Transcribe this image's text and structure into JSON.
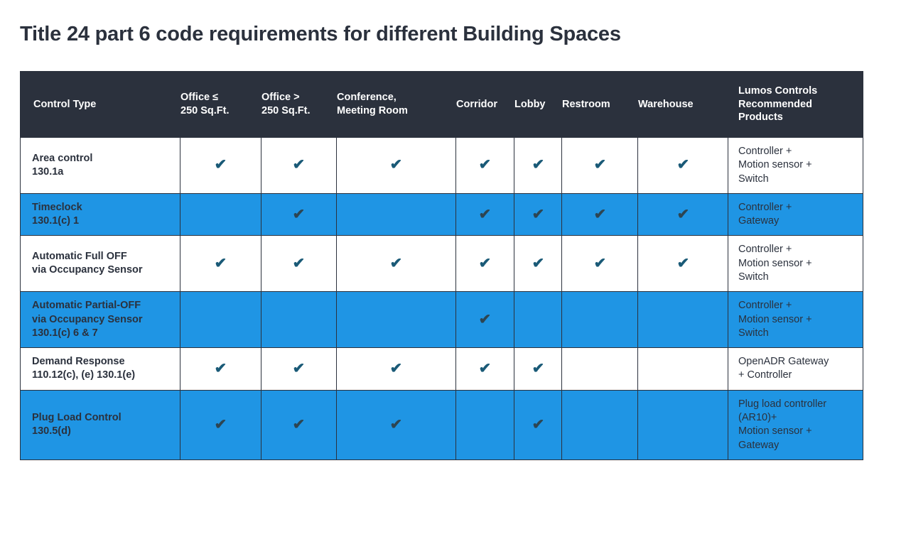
{
  "page": {
    "title": "Title 24 part 6 code requirements for different Building Spaces"
  },
  "colors": {
    "header_bg": "#2b313d",
    "row_highlight": "#1f95e4",
    "row_plain": "#ffffff",
    "check_color": "#1a5a77",
    "text_dark": "#2b313d"
  },
  "table": {
    "columns": [
      {
        "key": "control_type",
        "label": "Control Type"
      },
      {
        "key": "office_le_250",
        "label_lines": [
          "Office ≤",
          "250 Sq.Ft."
        ]
      },
      {
        "key": "office_gt_250",
        "label_lines": [
          "Office >",
          "250 Sq.Ft."
        ]
      },
      {
        "key": "conference",
        "label_lines": [
          "Conference,",
          "Meeting Room"
        ]
      },
      {
        "key": "corridor",
        "label": "Corridor"
      },
      {
        "key": "lobby",
        "label": "Lobby"
      },
      {
        "key": "restroom",
        "label": "Restroom"
      },
      {
        "key": "warehouse",
        "label": "Warehouse"
      },
      {
        "key": "products",
        "label_lines": [
          "Lumos Controls",
          "Recommended",
          "Products"
        ]
      }
    ],
    "check_glyph": "✔",
    "rows": [
      {
        "style": "white",
        "control_lines": [
          "Area control",
          "130.1a"
        ],
        "checks": [
          true,
          true,
          true,
          true,
          true,
          true,
          true
        ],
        "products_lines": [
          "Controller +",
          "Motion sensor +",
          "Switch"
        ]
      },
      {
        "style": "blue",
        "control_lines": [
          "Timeclock",
          "130.1(c) 1"
        ],
        "checks": [
          false,
          true,
          false,
          true,
          true,
          true,
          true
        ],
        "products_lines": [
          "Controller +",
          "Gateway"
        ]
      },
      {
        "style": "white",
        "control_lines": [
          "Automatic Full OFF",
          "via Occupancy Sensor"
        ],
        "checks": [
          true,
          true,
          true,
          true,
          true,
          true,
          true
        ],
        "products_lines": [
          "Controller +",
          "Motion sensor +",
          "Switch"
        ]
      },
      {
        "style": "blue",
        "control_lines": [
          "Automatic Partial-OFF",
          "via Occupancy Sensor",
          "130.1(c) 6 & 7"
        ],
        "checks": [
          false,
          false,
          false,
          true,
          false,
          false,
          false
        ],
        "products_lines": [
          "Controller +",
          "Motion sensor +",
          "Switch"
        ]
      },
      {
        "style": "white",
        "control_lines": [
          "Demand Response",
          "110.12(c), (e) 130.1(e)"
        ],
        "checks": [
          true,
          true,
          true,
          true,
          true,
          false,
          false
        ],
        "products_lines": [
          "OpenADR Gateway",
          "+  Controller"
        ]
      },
      {
        "style": "blue",
        "control_lines": [
          "Plug Load Control",
          "130.5(d)"
        ],
        "checks": [
          true,
          true,
          true,
          false,
          true,
          false,
          false
        ],
        "products_lines": [
          "Plug load controller",
          "(AR10)+",
          "Motion sensor +",
          "Gateway"
        ]
      }
    ]
  }
}
